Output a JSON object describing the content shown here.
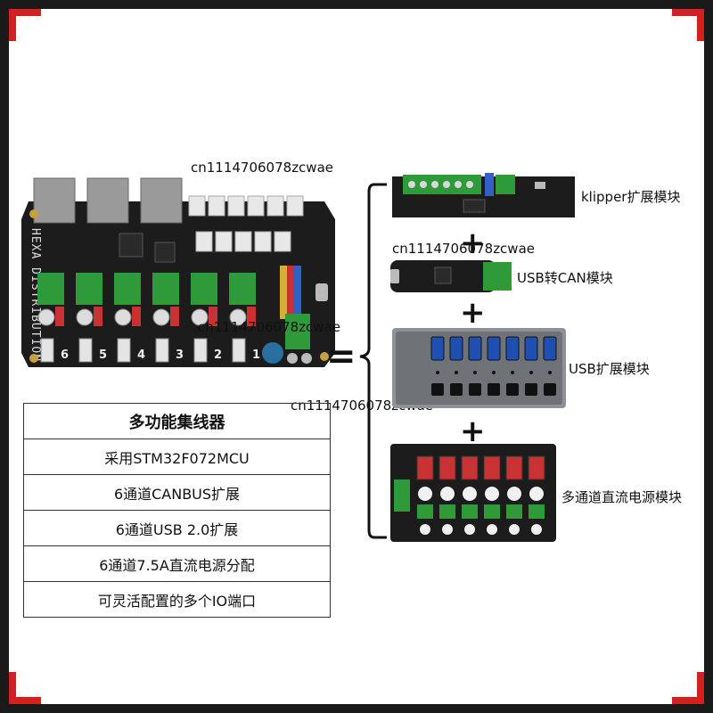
{
  "watermarks": [
    "cn1114706078zcwae",
    "cn1114706078zcwae",
    "cn1114706078zcwae",
    "cn1114706078zcwae"
  ],
  "modules": [
    {
      "label": "klipper扩展模块"
    },
    {
      "label": "USB转CAN模块"
    },
    {
      "label": "USB扩展模块"
    },
    {
      "label": "多通道直流电源模块"
    }
  ],
  "feature_table": {
    "title": "多功能集线器",
    "rows": [
      "采用STM32F072MCU",
      "6通道CANBUS扩展",
      "6通道USB 2.0扩展",
      "6通道7.5A直流电源分配",
      "可灵活配置的多个IO端口"
    ]
  },
  "board_silkscreen": {
    "vertical": "HEXA DISTRIBUTION",
    "ports": [
      "6",
      "5",
      "4",
      "3",
      "2",
      "1"
    ]
  },
  "symbols": {
    "plus": "+",
    "equals": "="
  },
  "colors": {
    "frame_red": "#d42020",
    "pcb": "#1c1c1c",
    "terminal_green": "#2f9a3a",
    "fuse_red": "#c83232"
  }
}
